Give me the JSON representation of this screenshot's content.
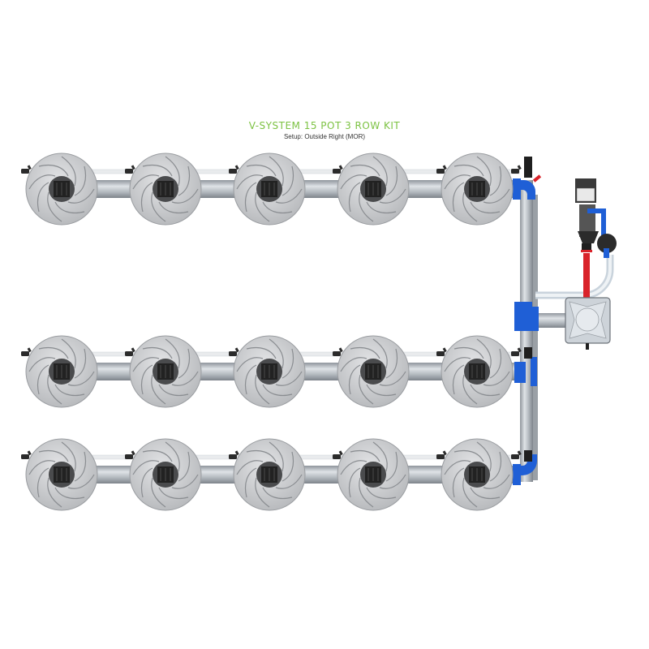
{
  "header": {
    "title": "V-SYSTEM 15 POT 3 ROW KIT",
    "subtitle": "Setup: Outside Right (MOR)"
  },
  "kit": {
    "pots_total": 15,
    "rows": 3,
    "pots_per_row": 5,
    "setup": "Outside Right (MOR)"
  },
  "colors": {
    "title_green": "#7cc242",
    "pot_gray": "#c8c9cc",
    "pipe_gray": "#b7bcc2",
    "fitting_blue": "#1f5fd6",
    "feed_red": "#d9232a",
    "dark": "#2b2b2b"
  }
}
